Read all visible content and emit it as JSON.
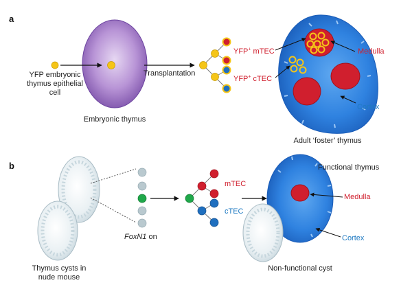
{
  "panel_a": {
    "label": "a",
    "source_label": [
      "YFP embryonic",
      "thymus epithelial",
      "cell"
    ],
    "embryonic_label": "Embryonic thymus",
    "arrow_label": "Transplantation",
    "mtec_label": {
      "prefix": "YFP",
      "sup": "+",
      "suffix": " mTEC"
    },
    "ctec_label": {
      "prefix": "YFP",
      "sup": "+",
      "suffix": " cTEC"
    },
    "medulla_label": "Medulla",
    "cortex_label": "Cortex",
    "adult_label": "Adult ‘foster’ thymus"
  },
  "panel_b": {
    "label": "b",
    "cysts_label": [
      "Thymus cysts in",
      "nude mouse"
    ],
    "foxn1_label": {
      "gene": "FoxN1",
      "suffix": " on"
    },
    "mtec_label": "mTEC",
    "ctec_label": "cTEC",
    "functional_label": "Functional thymus",
    "medulla_label": "Medulla",
    "cortex_label": "Cortex",
    "nonfunctional_label": "Non-functional cyst"
  },
  "colors": {
    "yfp_yellow": "#f5c518",
    "mtec_red": "#d01f2e",
    "ctec_blue": "#1f6fbf",
    "foxn1_green": "#1fa84a",
    "inactive_gray": "#b9c9cf",
    "embryonic_purple": "#8e63b5",
    "thymus_blue": "#1e6fd0"
  }
}
